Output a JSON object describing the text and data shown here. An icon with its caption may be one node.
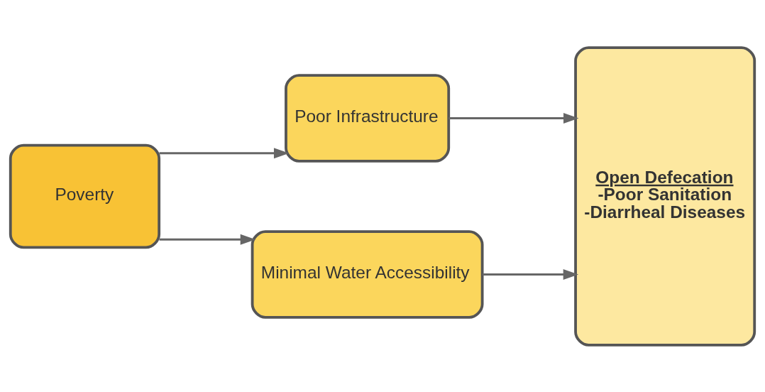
{
  "diagram": {
    "nodes": [
      {
        "text": [
          "Poverty"
        ]
      },
      {
        "text": [
          "Poor Infrastructure"
        ]
      },
      {
        "text": [
          "Minimal Water Accessibility"
        ]
      },
      {
        "text": [
          "Open Defecation",
          "-Poor Sanitation",
          "-Diarrheal Diseases"
        ]
      }
    ],
    "edges": [
      {
        "from": 0,
        "to": 1,
        "arrow": "to"
      },
      {
        "from": 0,
        "to": 2,
        "arrow": "to"
      },
      {
        "from": 1,
        "to": 3,
        "arrow": "to"
      },
      {
        "from": 2,
        "to": 3,
        "arrow": "to"
      }
    ]
  }
}
